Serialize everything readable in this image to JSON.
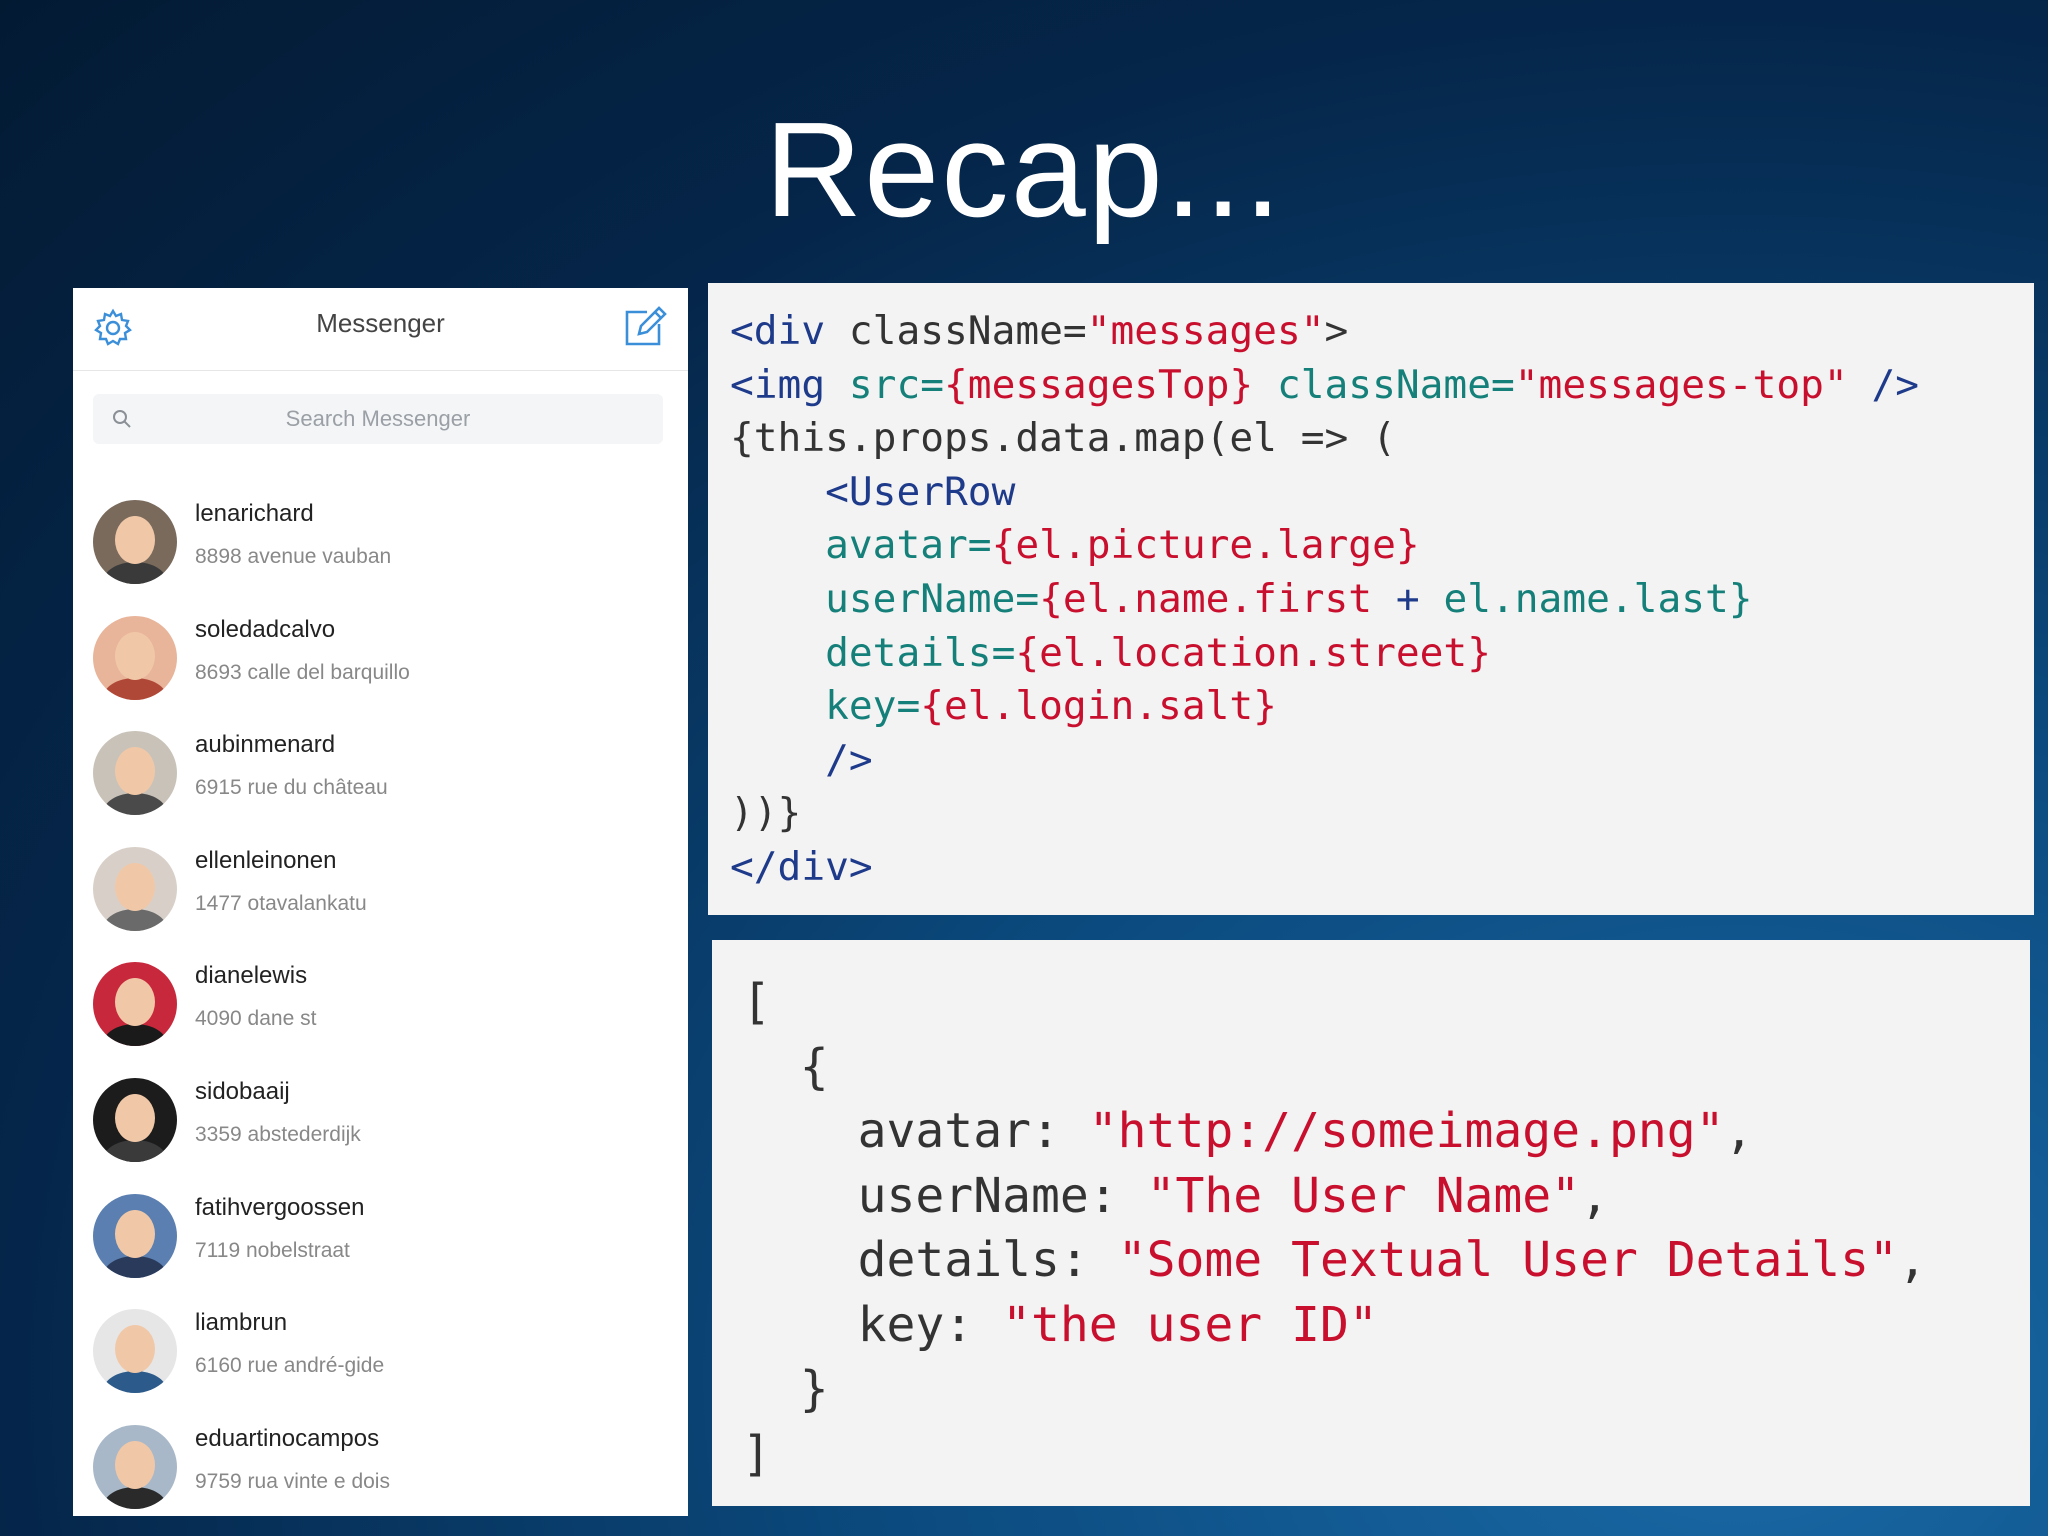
{
  "slide": {
    "title": "Recap..."
  },
  "messenger": {
    "title": "Messenger",
    "search_placeholder": "Search Messenger",
    "icons": {
      "settings": "gear-icon",
      "compose": "compose-icon",
      "search": "search-icon"
    },
    "users": [
      {
        "name": "lenarichard",
        "details": "8898 avenue vauban"
      },
      {
        "name": "soledadcalvo",
        "details": "8693 calle del barquillo"
      },
      {
        "name": "aubinmenard",
        "details": "6915 rue du château"
      },
      {
        "name": "ellenleinonen",
        "details": "1477 otavalankatu"
      },
      {
        "name": "dianelewis",
        "details": "4090 dane st"
      },
      {
        "name": "sidobaaij",
        "details": "3359 abstederdijk"
      },
      {
        "name": "fatihvergoossen",
        "details": "7119 nobelstraat"
      },
      {
        "name": "liambrun",
        "details": "6160 rue andré-gide"
      },
      {
        "name": "eduartinocampos",
        "details": "9759 rua vinte e dois"
      }
    ]
  },
  "code": {
    "l1": {
      "a": "<div",
      "b": " className=",
      "c": "\"messages\"",
      "d": ">"
    },
    "l2": {
      "a": "<img",
      "b": " src=",
      "c": "{messagesTop}",
      "d": " className=",
      "e": "\"messages-top\"",
      "f": " />"
    },
    "l3": {
      "a": "{this.props.data.map(el => ("
    },
    "l4": {
      "a": "<UserRow"
    },
    "l5": {
      "a": "avatar=",
      "b": "{el.picture.large}"
    },
    "l6": {
      "a": "userName=",
      "b": "{el.name.first",
      "c": " + ",
      "d": "el.name.last}"
    },
    "l7": {
      "a": "details=",
      "b": "{el.location.street}"
    },
    "l8": {
      "a": "key=",
      "b": "{el.login.salt}"
    },
    "l9": {
      "a": "/>"
    },
    "l10": {
      "a": "))}"
    },
    "l11": {
      "a": "</div>"
    }
  },
  "json_example": {
    "open_bracket": "[",
    "open_brace": "{",
    "avatar_key": "avatar: ",
    "avatar_val": "\"http://someimage.png\"",
    "username_key": "userName: ",
    "username_val": "\"The User Name\"",
    "details_key": "details: ",
    "details_val": "\"Some Textual User Details\"",
    "key_key": "key: ",
    "key_val": "\"the user ID\"",
    "comma": ",",
    "close_brace": "}",
    "close_bracket": "]"
  },
  "colors": {
    "tag": "#1e3a8a",
    "attr": "#15807a",
    "string": "#c8102e",
    "plain": "#333333",
    "avatar_bgs": [
      "#7a6a5c",
      "#e8b49a",
      "#c9c2b8",
      "#d8d0c8",
      "#c8283c",
      "#1c1c1c",
      "#5a7fb0",
      "#e6e6e6",
      "#a8b8c8"
    ],
    "avatar_bodies": [
      "#3a3a3a",
      "#b04838",
      "#4a4a4a",
      "#6a6a6a",
      "#1a1a1a",
      "#3a3a3a",
      "#2a3a5a",
      "#2c5a8a",
      "#2a2a2a"
    ]
  }
}
